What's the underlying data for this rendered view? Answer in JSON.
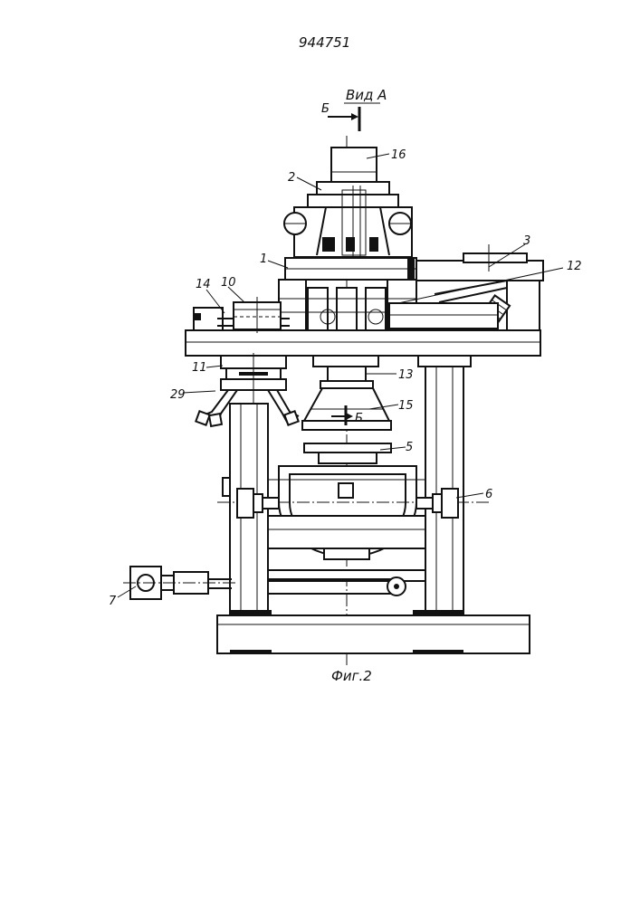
{
  "document": {
    "patent_number": "944751",
    "view_label": "Вид А",
    "section_label": "Б",
    "figure_caption": "Фиг.2"
  },
  "labels": {
    "l1": "1",
    "l2": "2",
    "l3": "3",
    "l5": "5",
    "l6": "6",
    "l7": "7",
    "l10": "10",
    "l11": "11",
    "l12": "12",
    "l13": "13",
    "l14": "14",
    "l15": "15",
    "l16": "16",
    "l29": "29"
  }
}
